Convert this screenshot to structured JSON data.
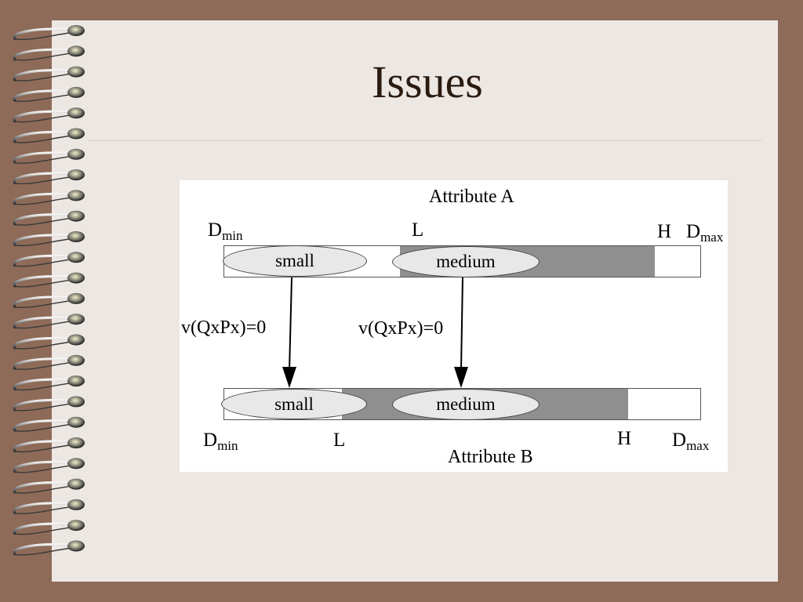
{
  "slide": {
    "title": "Issues"
  },
  "diagram": {
    "attribute_a": {
      "name": "Attribute A",
      "d_min_base": "D",
      "d_min_sub": "min",
      "low": "L",
      "high": "H",
      "d_max_base": "D",
      "d_max_sub": "max",
      "ellipse_left": "small",
      "ellipse_right": "medium"
    },
    "attribute_b": {
      "name": "Attribute B",
      "d_min_base": "D",
      "d_min_sub": "min",
      "low": "L",
      "high": "H",
      "d_max_base": "D",
      "d_max_sub": "max",
      "ellipse_left": "small",
      "ellipse_right": "medium"
    },
    "arrow_left_label": "v(QxPx)=0",
    "arrow_right_label": "v(QxPx)=0"
  },
  "colors": {
    "frame": "#8d6b58",
    "slide_bg": "#ede7e3",
    "fill": "#8f8f8f",
    "ellipse": "#e8e8e8"
  },
  "icons": [
    "spiral-binding-icon"
  ]
}
